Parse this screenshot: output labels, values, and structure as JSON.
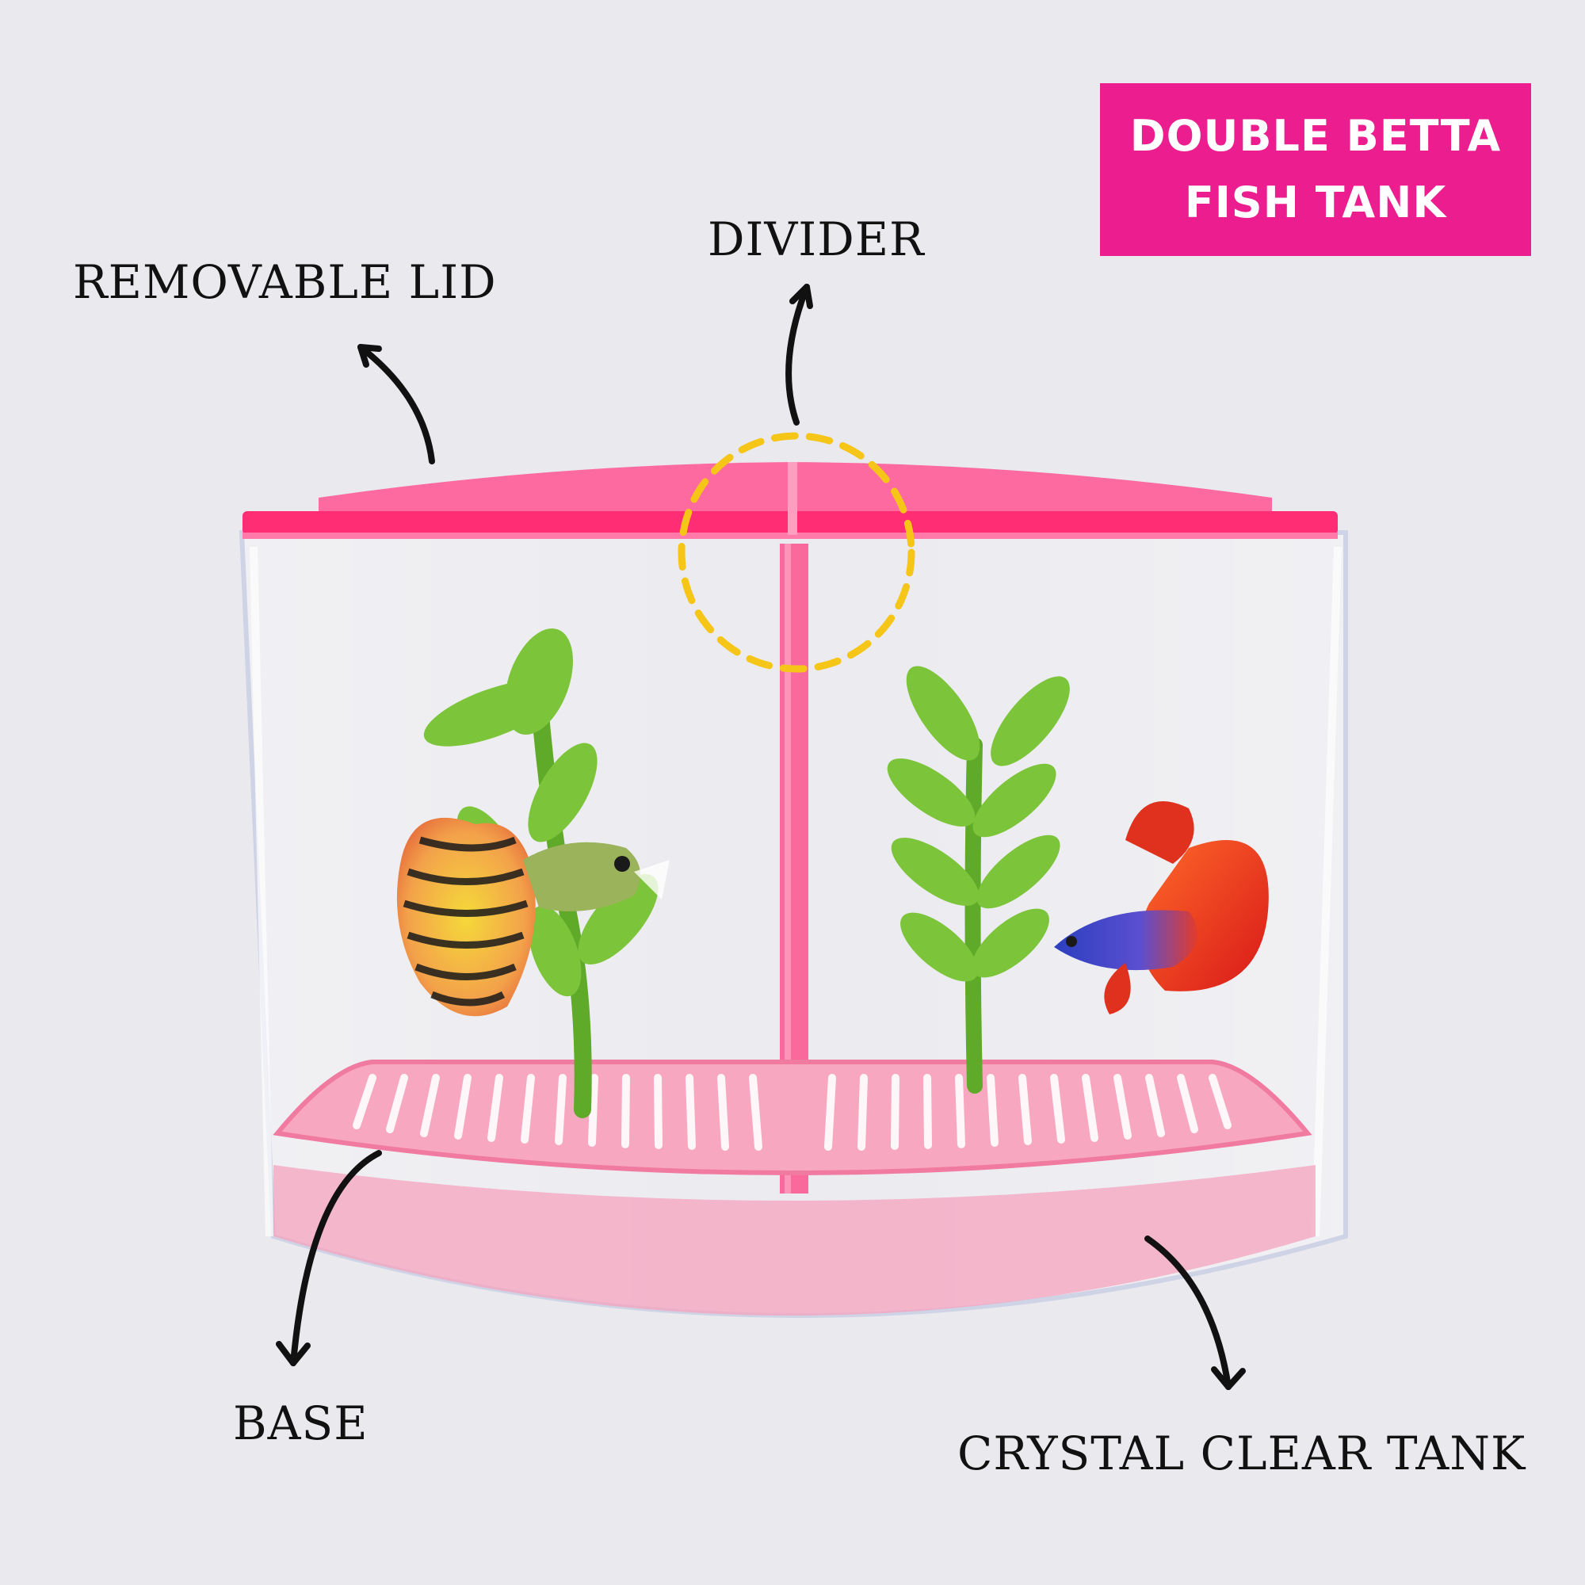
{
  "badge": {
    "text": "DOUBLE BETTA FISH TANK",
    "background": "#ec1d8f",
    "color": "#ffffff"
  },
  "callouts": {
    "removable_lid": "REMOVABLE LID",
    "divider": "DIVIDER",
    "base": "BASE",
    "crystal_clear_tank": "CRYSTAL CLEAR TANK"
  },
  "colors": {
    "background": "#e9e9ee",
    "tank_pink": "#ff3d7f",
    "base_pink": "#f7a8c0",
    "highlight_circle": "#f5c518",
    "plant_green": "#7cc43a"
  },
  "icons": [
    "arrow-icon",
    "dashed-circle-highlight",
    "betta-fish",
    "guppy-fish",
    "plant"
  ]
}
